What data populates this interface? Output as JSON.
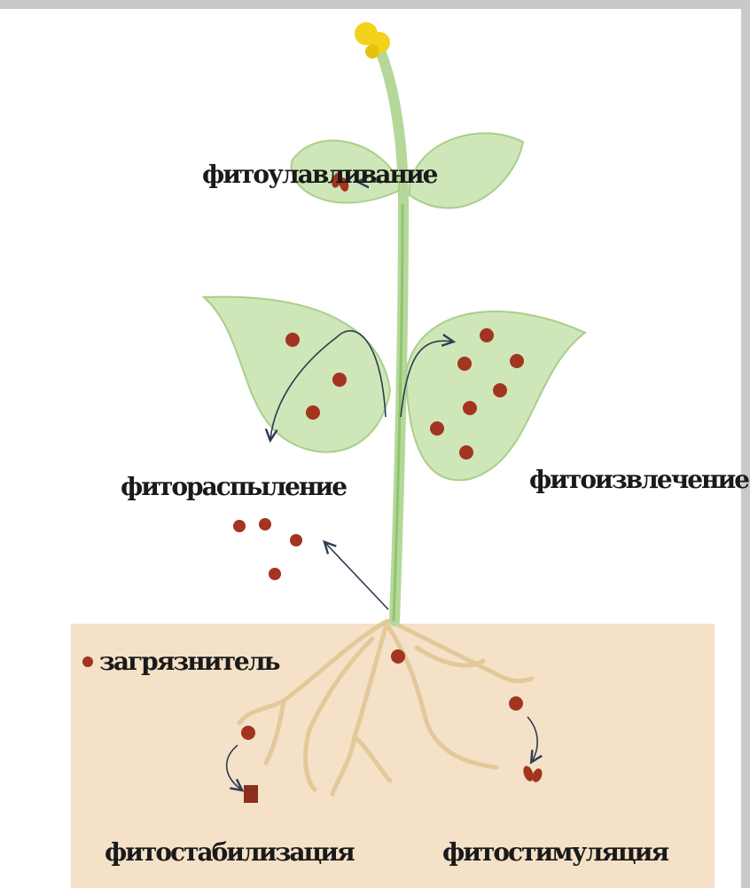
{
  "labels": {
    "phytocapture": "фитоулавливание",
    "phytovolatilization": "фитораспыление",
    "phytoextraction": "фитоизвлечение",
    "pollutant": "загрязнитель",
    "phytostabilization": "фитостабилизация",
    "phytostimulation": "фитостимуляция"
  },
  "colors": {
    "leaf": "#cfe6b8",
    "leaf_edge": "#a9cf8a",
    "stem": "#b5d89a",
    "soil": "#f4e1c8",
    "root": "#e3c99a",
    "pollutant": "#a3341f",
    "flower": "#f2d21a"
  }
}
